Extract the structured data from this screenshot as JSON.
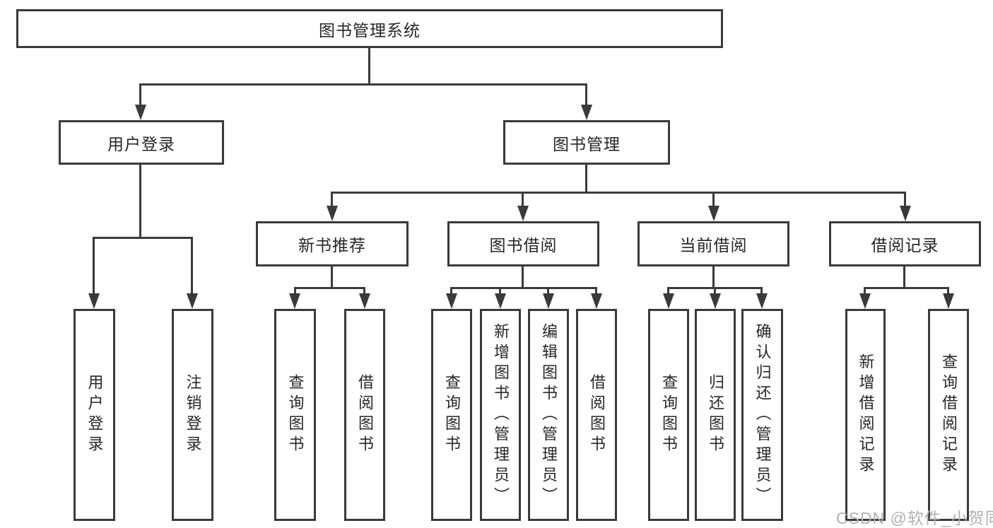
{
  "diagram": {
    "root": "图书管理系统",
    "l2": [
      "用户登录",
      "图书管理"
    ],
    "l3": [
      "新书推荐",
      "图书借阅",
      "当前借阅",
      "借阅记录"
    ],
    "user_leaves": [
      "用户登录",
      "注销登录"
    ],
    "newbook_leaves": [
      "查询图书",
      "借阅图书"
    ],
    "borrow_leaves": [
      "查询图书",
      "新增图书（管理员）",
      "编辑图书（管理员）",
      "借阅图书"
    ],
    "current_leaves": [
      "查询图书",
      "归还图书",
      "确认归还（管理员）"
    ],
    "record_leaves": [
      "新增借阅记录",
      "查询借阅记录"
    ]
  },
  "watermark": "CSDN @软件_小贺同学",
  "colors": {
    "line": "#3a3a3a",
    "text": "#262626",
    "background": "#ffffff",
    "watermark": "#b3b0b6"
  }
}
